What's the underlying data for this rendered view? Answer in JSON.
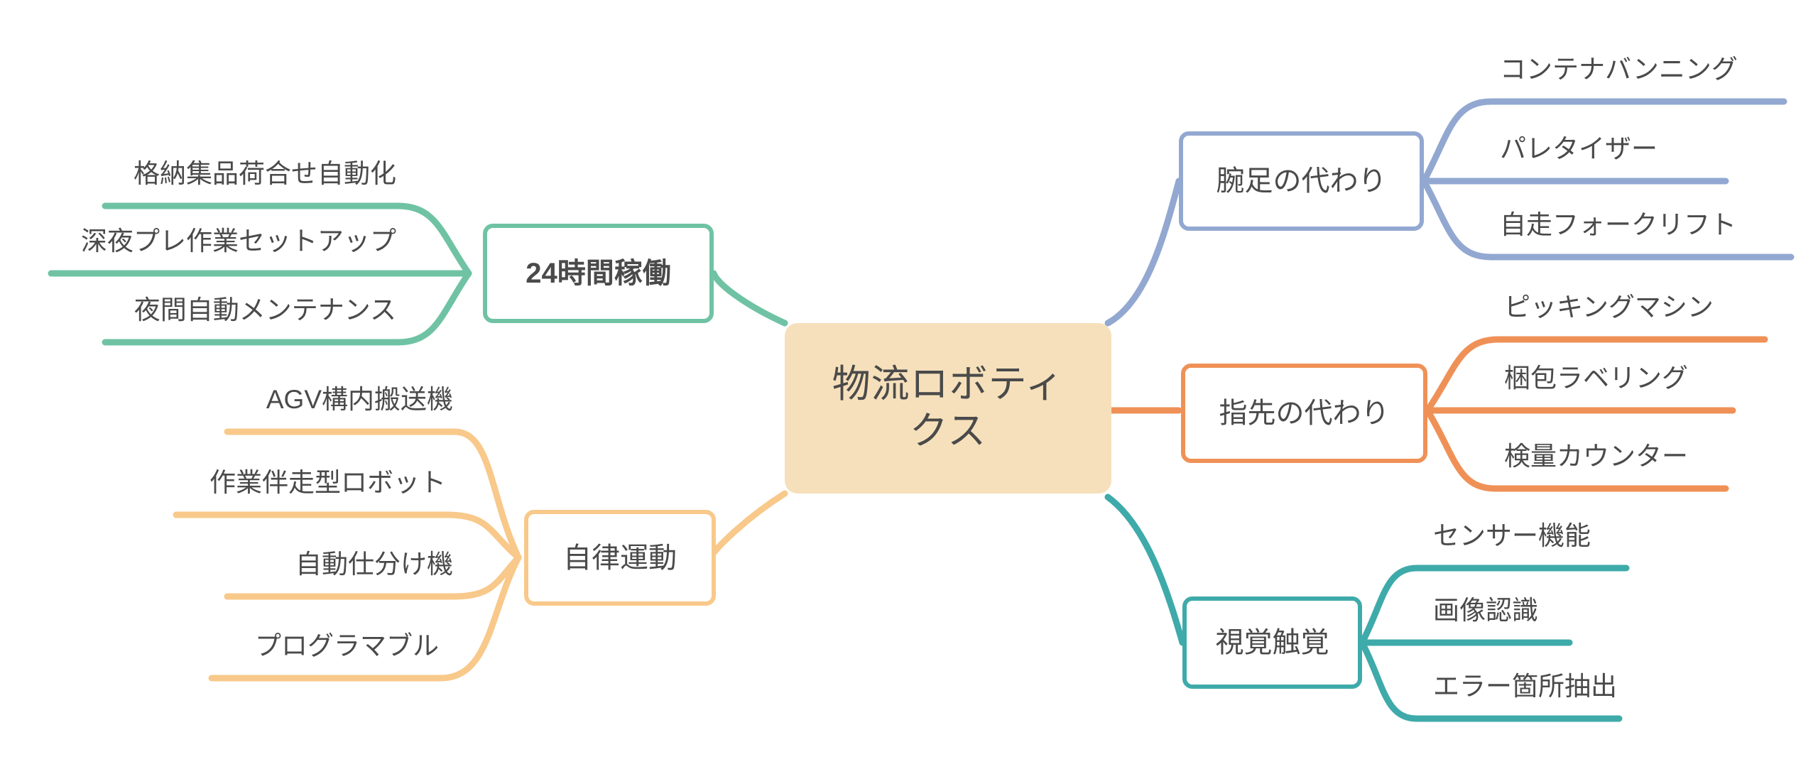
{
  "diagram": {
    "title": "物流ロボティクス",
    "type": "mind-map",
    "background": "#ffffff",
    "text_color": "#4a4a4a"
  },
  "root": {
    "label": "物流ロボティクス",
    "line1": "物流ロボティ",
    "line2": "クス",
    "fill": "#F6E0BB"
  },
  "branches": [
    {
      "id": "operation-24h",
      "label": "24時間稼働",
      "color": "#6FC3A4",
      "side": "left",
      "leaves": [
        {
          "label": "格納集品荷合せ自動化"
        },
        {
          "label": "深夜プレ作業セットアップ"
        },
        {
          "label": "夜間自動メンテナンス"
        }
      ]
    },
    {
      "id": "autonomous-motion",
      "label": "自律運動",
      "color": "#F8C98A",
      "side": "left",
      "leaves": [
        {
          "label": "AGV構内搬送機"
        },
        {
          "label": "作業伴走型ロボット"
        },
        {
          "label": "自動仕分け機"
        },
        {
          "label": "プログラマブル"
        }
      ]
    },
    {
      "id": "arms-legs-substitute",
      "label": "腕足の代わり",
      "color": "#92A8D1",
      "side": "right",
      "leaves": [
        {
          "label": "コンテナバンニング"
        },
        {
          "label": "パレタイザー"
        },
        {
          "label": "自走フォークリフト"
        }
      ]
    },
    {
      "id": "fingertip-substitute",
      "label": "指先の代わり",
      "color": "#EF9157",
      "side": "right",
      "leaves": [
        {
          "label": "ピッキングマシン"
        },
        {
          "label": "梱包ラベリング"
        },
        {
          "label": "検量カウンター"
        }
      ]
    },
    {
      "id": "vision-touch",
      "label": "視覚触覚",
      "color": "#3FAAAA",
      "side": "right",
      "leaves": [
        {
          "label": "センサー機能"
        },
        {
          "label": "画像認識"
        },
        {
          "label": "エラー箇所抽出"
        }
      ]
    }
  ]
}
